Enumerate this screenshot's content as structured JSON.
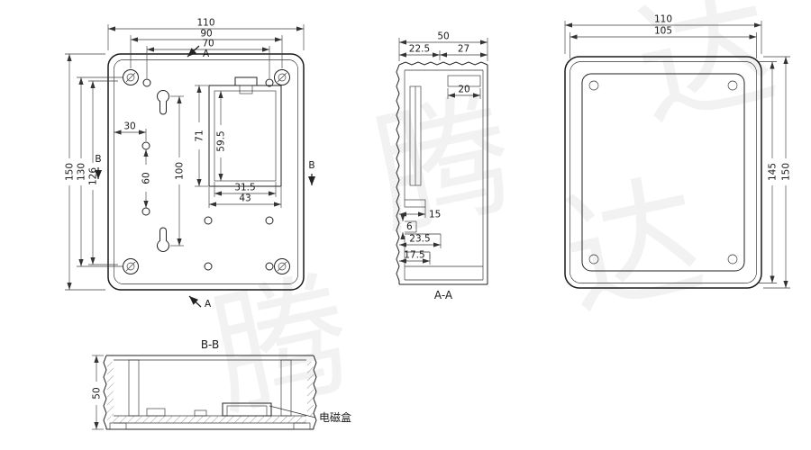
{
  "drawing": {
    "front": {
      "dims": {
        "d110": "110",
        "d90": "90",
        "d70": "70",
        "d150": "150",
        "d130": "130",
        "d126": "126",
        "d100": "100",
        "d60": "60",
        "d30": "30",
        "d71": "71",
        "d59_5": "59.5",
        "d31_5": "31.5",
        "d43": "43"
      },
      "markers": {
        "a_top": "A",
        "a_bottom": "A",
        "b_left": "B",
        "b_right": "B"
      }
    },
    "section_aa": {
      "label": "A-A",
      "dims": {
        "d50": "50",
        "d22_5": "22.5",
        "d27": "27",
        "d20": "20",
        "d15": "15",
        "d6": "6",
        "d23_5": "23.5",
        "d17_5": "17.5"
      }
    },
    "back": {
      "dims": {
        "d110": "110",
        "d105": "105",
        "d145": "145",
        "d150": "150"
      }
    },
    "section_bb": {
      "label": "B-B",
      "dims": {
        "d50": "50"
      },
      "callout_label": "电磁盒"
    },
    "watermark": {
      "chars": [
        "腾",
        "达",
        "腾",
        "达"
      ]
    }
  }
}
